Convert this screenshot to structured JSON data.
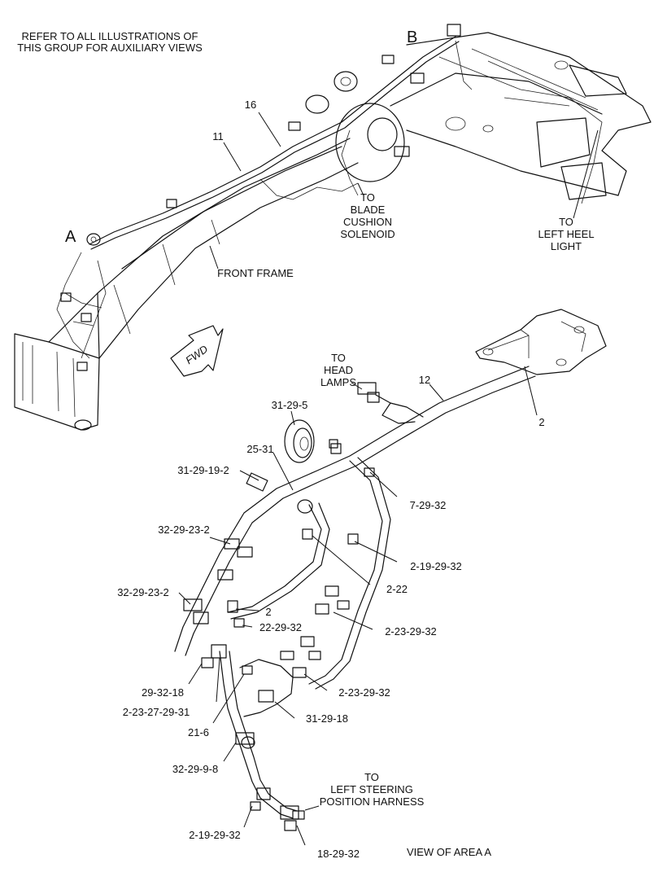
{
  "notes": {
    "line1": "REFER TO ALL ILLUSTRATIONS OF",
    "line2": "THIS GROUP FOR AUXILIARY VIEWS",
    "view_caption": "VIEW OF AREA A"
  },
  "callouts_top": {
    "area_a": "A",
    "area_b": "B",
    "c16": "16",
    "c11": "11",
    "front_frame": "FRONT FRAME",
    "to_blade": [
      "TO",
      "BLADE",
      "CUSHION",
      "SOLENOID"
    ],
    "to_heel": [
      "TO",
      "LEFT HEEL",
      "LIGHT"
    ],
    "fwd": "FWD"
  },
  "callouts_detail": {
    "to_head": [
      "TO",
      "HEAD",
      "LAMPS"
    ],
    "c12": "12",
    "c2a": "2",
    "c31_29_5": "31-29-5",
    "c25_31": "25-31",
    "c31_29_19_2": "31-29-19-2",
    "c7_29_32": "7-29-32",
    "c32_29_23_2a": "32-29-23-2",
    "c2_19_29_32a": "2-19-29-32",
    "c2_22": "2-22",
    "c32_29_23_2b": "32-29-23-2",
    "c2b": "2",
    "c22_29_32": "22-29-32",
    "c2_23_29_32a": "2-23-29-32",
    "c29_32_18": "29-32-18",
    "c2_23_29_32b": "2-23-29-32",
    "c2_23_27_29_31": "2-23-27-29-31",
    "c31_29_18": "31-29-18",
    "c21_6": "21-6",
    "c32_29_9_8": "32-29-9-8",
    "to_steering": [
      "TO",
      "LEFT STEERING",
      "POSITION HARNESS"
    ],
    "c2_19_29_32b": "2-19-29-32",
    "c18_29_32": "18-29-32"
  }
}
